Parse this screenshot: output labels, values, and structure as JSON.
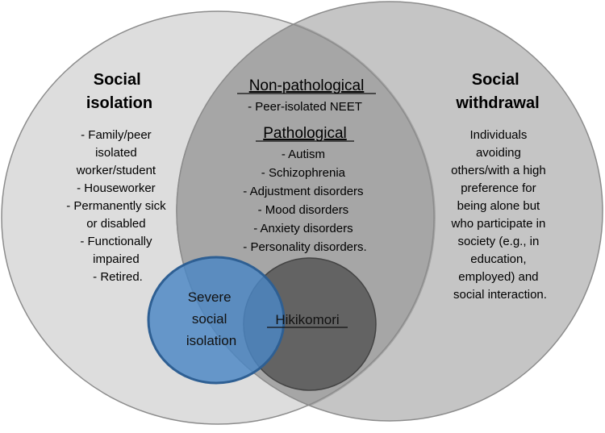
{
  "sets": {
    "social_isolation": {
      "title": [
        "Social",
        "isolation"
      ],
      "items": [
        "- Family/peer",
        "isolated",
        "worker/student",
        "- Houseworker",
        "- Permanently sick",
        "or disabled",
        "- Functionally",
        "impaired",
        "- Retired."
      ]
    },
    "social_withdrawal": {
      "title": [
        "Social",
        "withdrawal"
      ],
      "description": [
        "Individuals",
        "avoiding",
        "others/with a high",
        "preference for",
        "being alone but",
        "who participate in",
        "society (e.g., in",
        "education,",
        "employed) and",
        "social interaction."
      ]
    },
    "overlap": {
      "non_pathological": {
        "heading": "Non-pathological",
        "items": [
          "- Peer-isolated NEET"
        ]
      },
      "pathological": {
        "heading": "Pathological",
        "items": [
          "- Autism",
          "- Schizophrenia",
          "- Adjustment disorders",
          "- Mood disorders",
          "- Anxiety disorders",
          "- Personality disorders."
        ]
      }
    },
    "severe_social_isolation": {
      "label": [
        "Severe",
        "social",
        "isolation"
      ],
      "color": "#4a86c5"
    },
    "hikikomori": {
      "label": "Hikikomori"
    }
  },
  "colors": {
    "left_circle": "#d9d9d9",
    "right_circle": "#bfbfbf",
    "overlap": "#a6a6a6",
    "hikikomori_circle": "#5f5f5f",
    "severe_circle": "#4a86c5"
  }
}
